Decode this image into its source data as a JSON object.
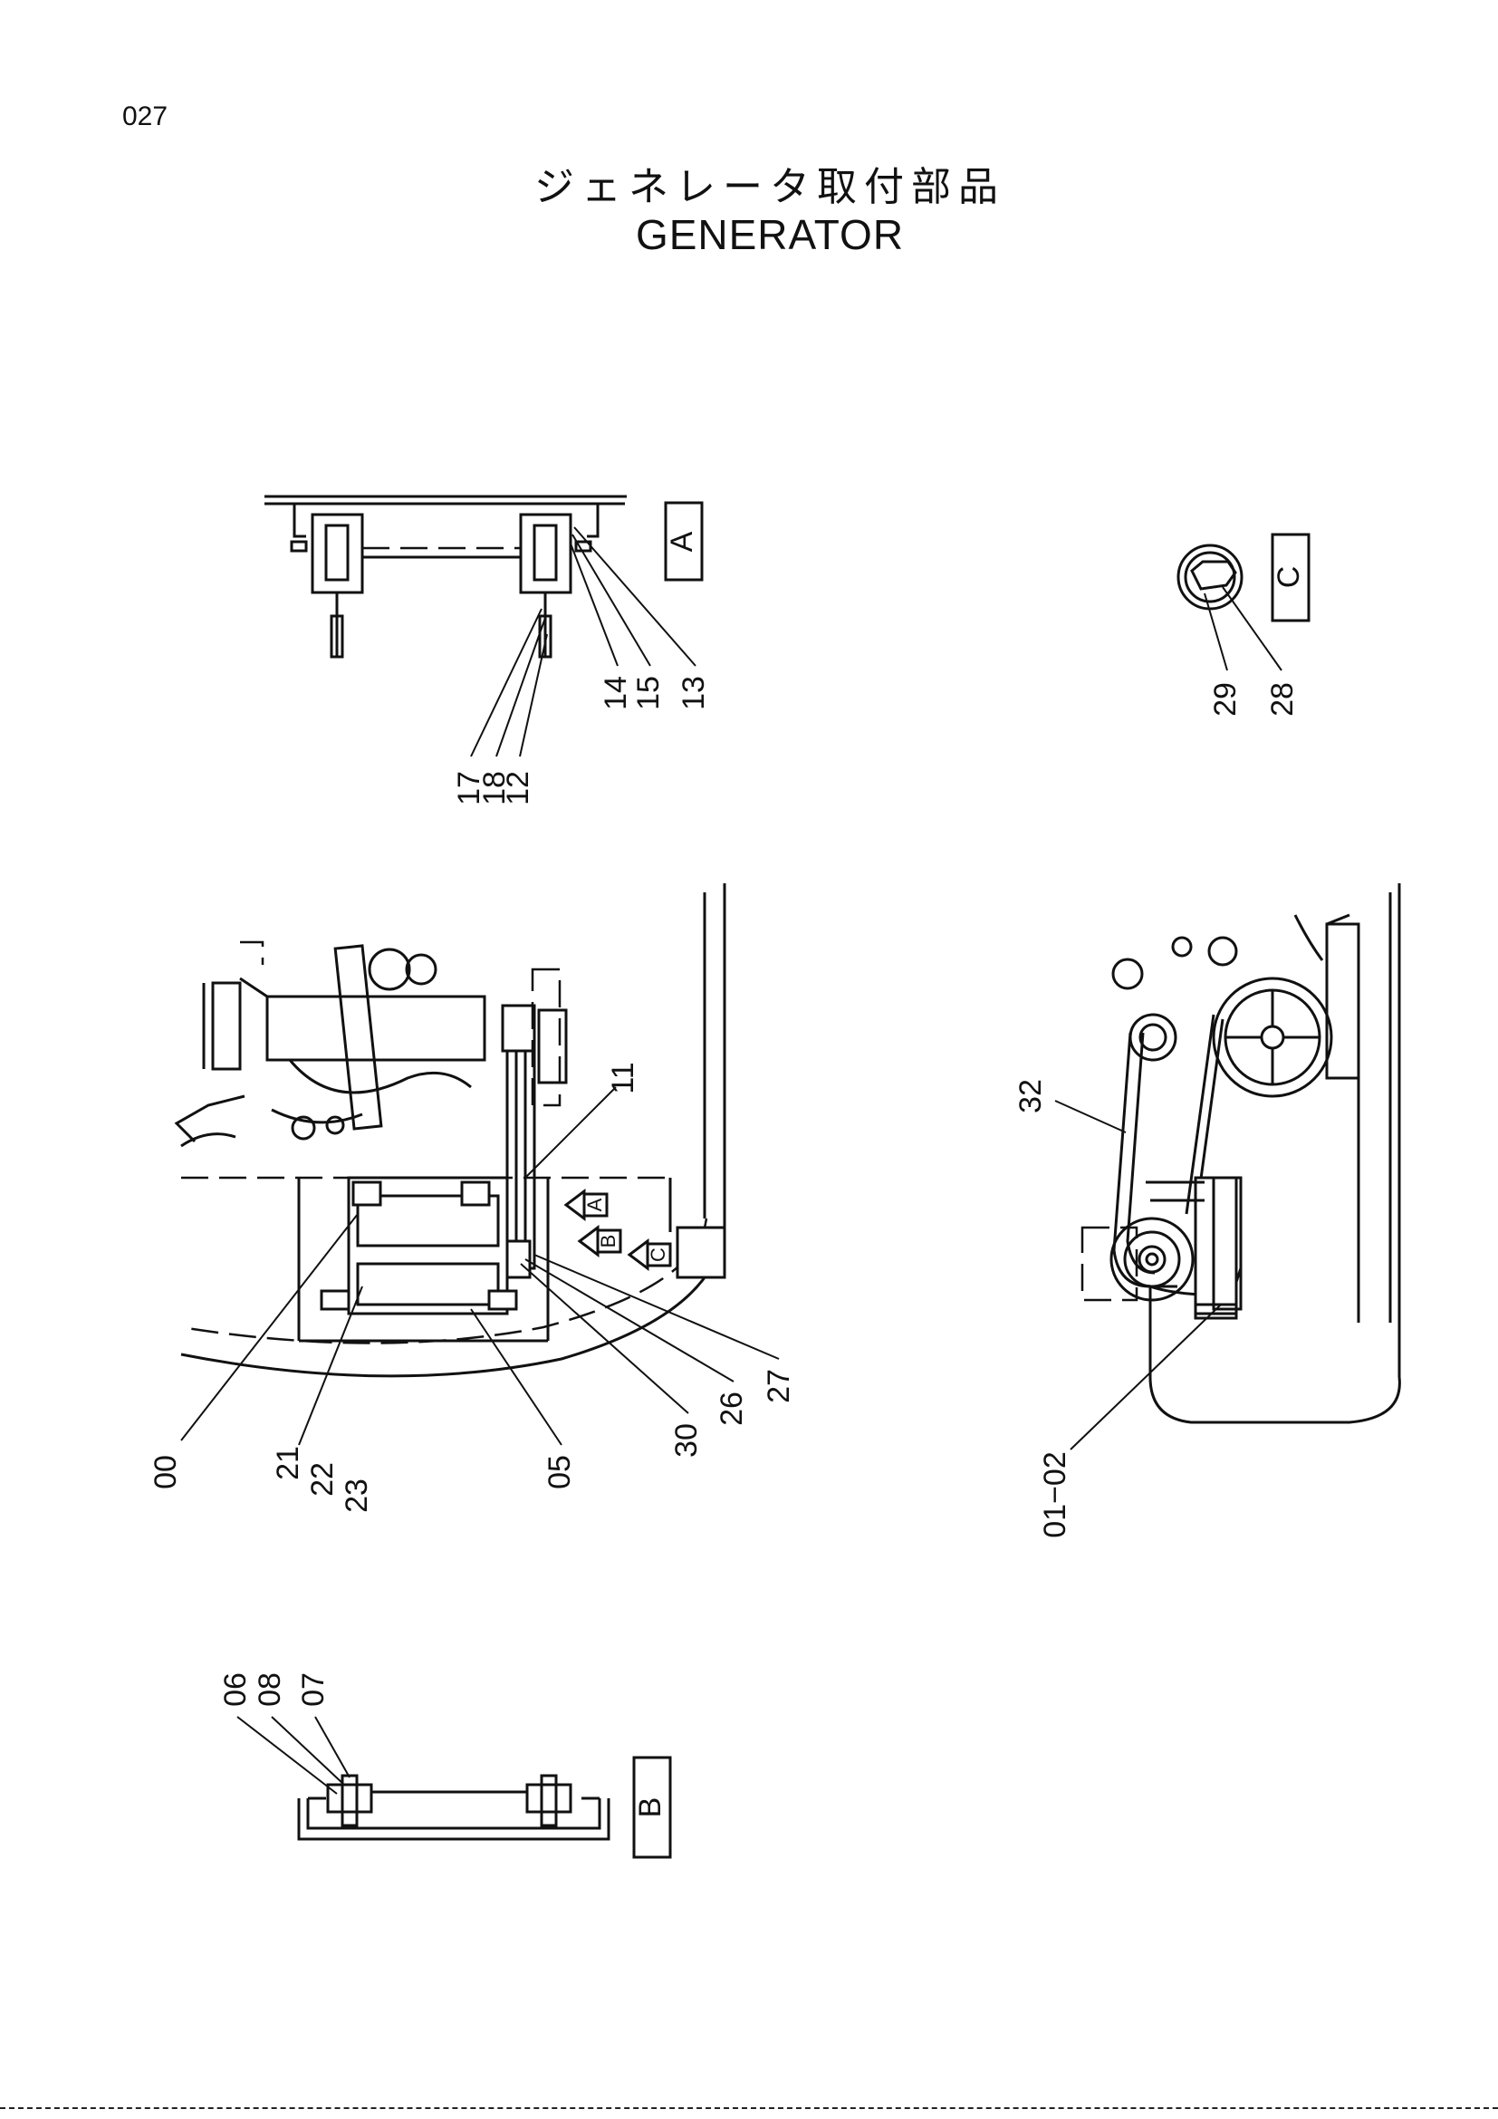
{
  "page_number": "027",
  "title_jp": "ジェネレータ取付部品",
  "title_en": "GENERATOR",
  "views": {
    "a": "A",
    "b": "B",
    "c": "C"
  },
  "callouts": {
    "c17": "17",
    "c18": "18",
    "c12": "12",
    "c14": "14",
    "c15": "15",
    "c13": "13",
    "c29": "29",
    "c28": "28",
    "c11": "11",
    "c00": "00",
    "c21": "21",
    "c22": "22",
    "c23": "23",
    "c05": "05",
    "c30": "30",
    "c26": "26",
    "c27": "27",
    "c32": "32",
    "c0102": "01−02",
    "c06": "06",
    "c08": "08",
    "c07": "07"
  }
}
